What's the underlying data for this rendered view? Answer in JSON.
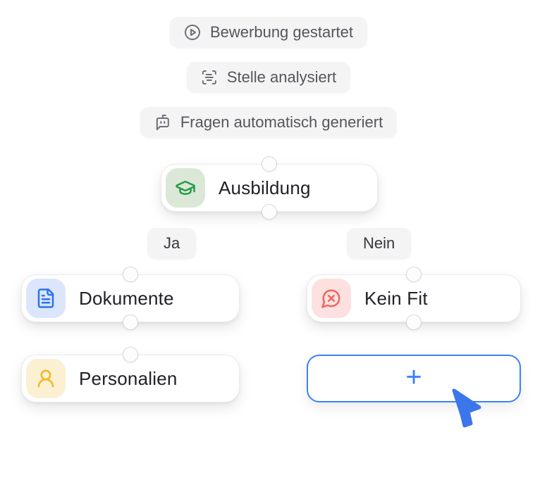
{
  "canvas": {
    "background": "#ffffff"
  },
  "event_pills": [
    {
      "label": "Bewerbung gestartet",
      "icon": "circle-play-icon"
    },
    {
      "label": "Stelle analysiert",
      "icon": "scan-text-icon"
    },
    {
      "label": "Fragen automatisch generiert",
      "icon": "bot-message-icon"
    }
  ],
  "nodes": {
    "ausbildung": {
      "label": "Ausbildung",
      "icon": "graduation-cap-icon",
      "icon_color": "#249c44",
      "icon_bg": "#dbe8d8"
    },
    "dokumente": {
      "label": "Dokumente",
      "icon": "file-text-icon",
      "icon_color": "#2d71ea",
      "icon_bg": "#dbe6fc"
    },
    "kein_fit": {
      "label": "Kein Fit",
      "icon": "message-circle-x-icon",
      "icon_color": "#f3655c",
      "icon_bg": "#fce1e0"
    },
    "personalien": {
      "label": "Personalien",
      "icon": "user-round-icon",
      "icon_color": "#f1b827",
      "icon_bg": "#fbf0d2"
    }
  },
  "edge_labels": {
    "yes": "Ja",
    "no": "Nein"
  },
  "add_node": {
    "label": "+",
    "border_color": "#3b82f6"
  },
  "cursor": {
    "color": "#3b76ea"
  }
}
